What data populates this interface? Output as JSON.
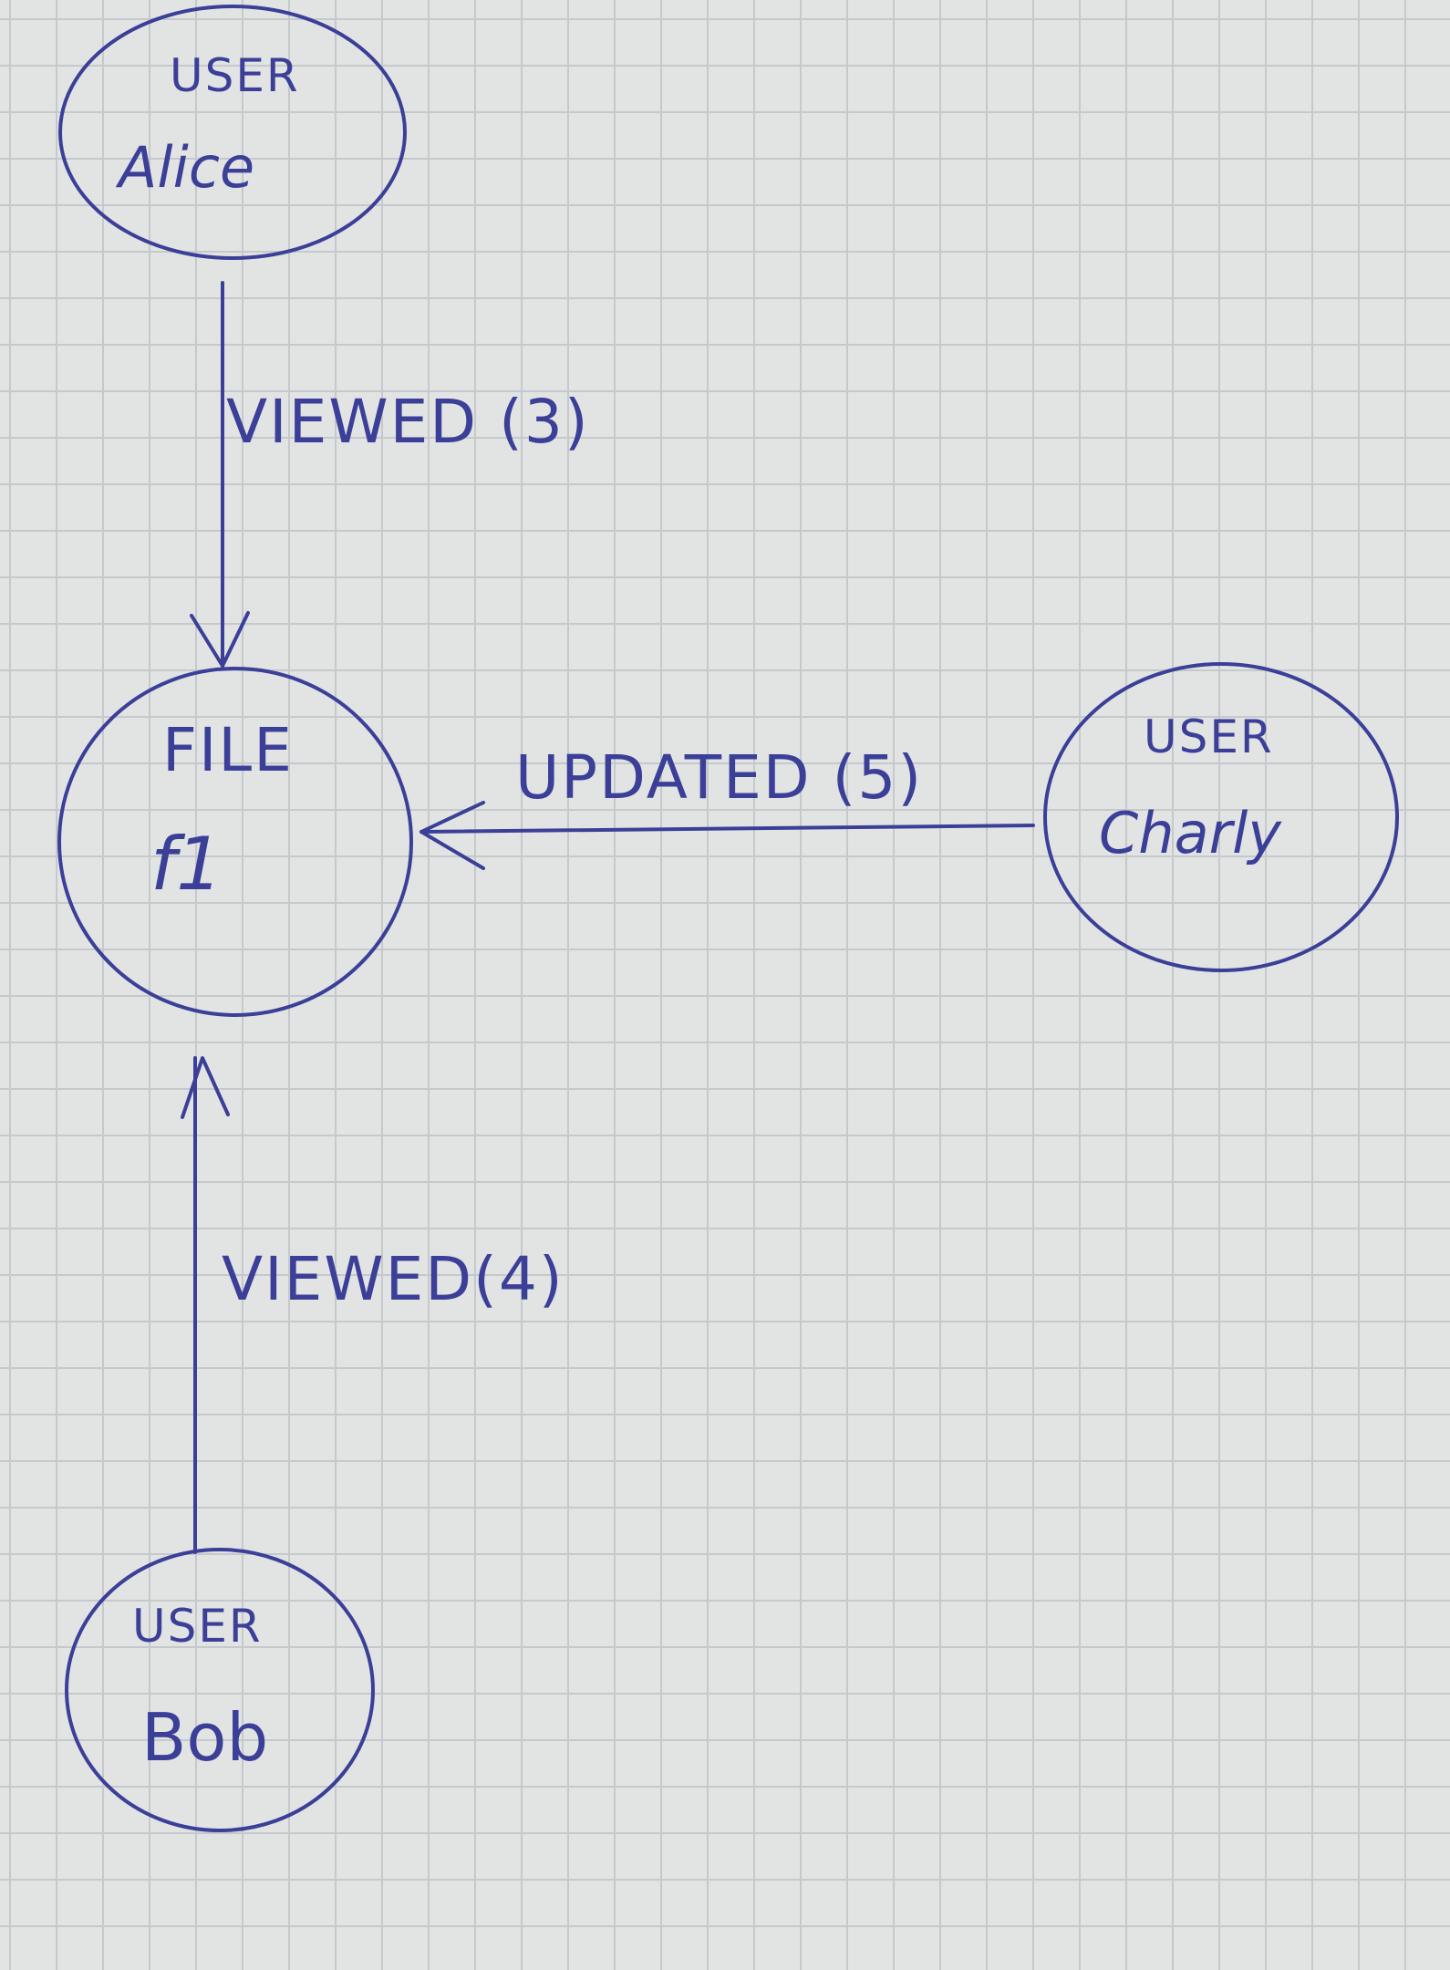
{
  "nodes": {
    "alice": {
      "type": "USER",
      "name": "Alice"
    },
    "file": {
      "type": "FILE",
      "name": "f1"
    },
    "charly": {
      "type": "USER",
      "name": "Charly"
    },
    "bob": {
      "type": "USER",
      "name": "Bob"
    }
  },
  "edges": {
    "alice_file": {
      "label": "VIEWED (3)",
      "from": "Alice",
      "to": "f1"
    },
    "charly_file": {
      "label": "UPDATED (5)",
      "from": "Charly",
      "to": "f1"
    },
    "bob_file": {
      "label": "VIEWED(4)",
      "from": "Bob",
      "to": "f1"
    }
  },
  "colors": {
    "ink": "#3b3f98",
    "paper": "#e2e4e3",
    "grid": "#c5c9cc"
  }
}
